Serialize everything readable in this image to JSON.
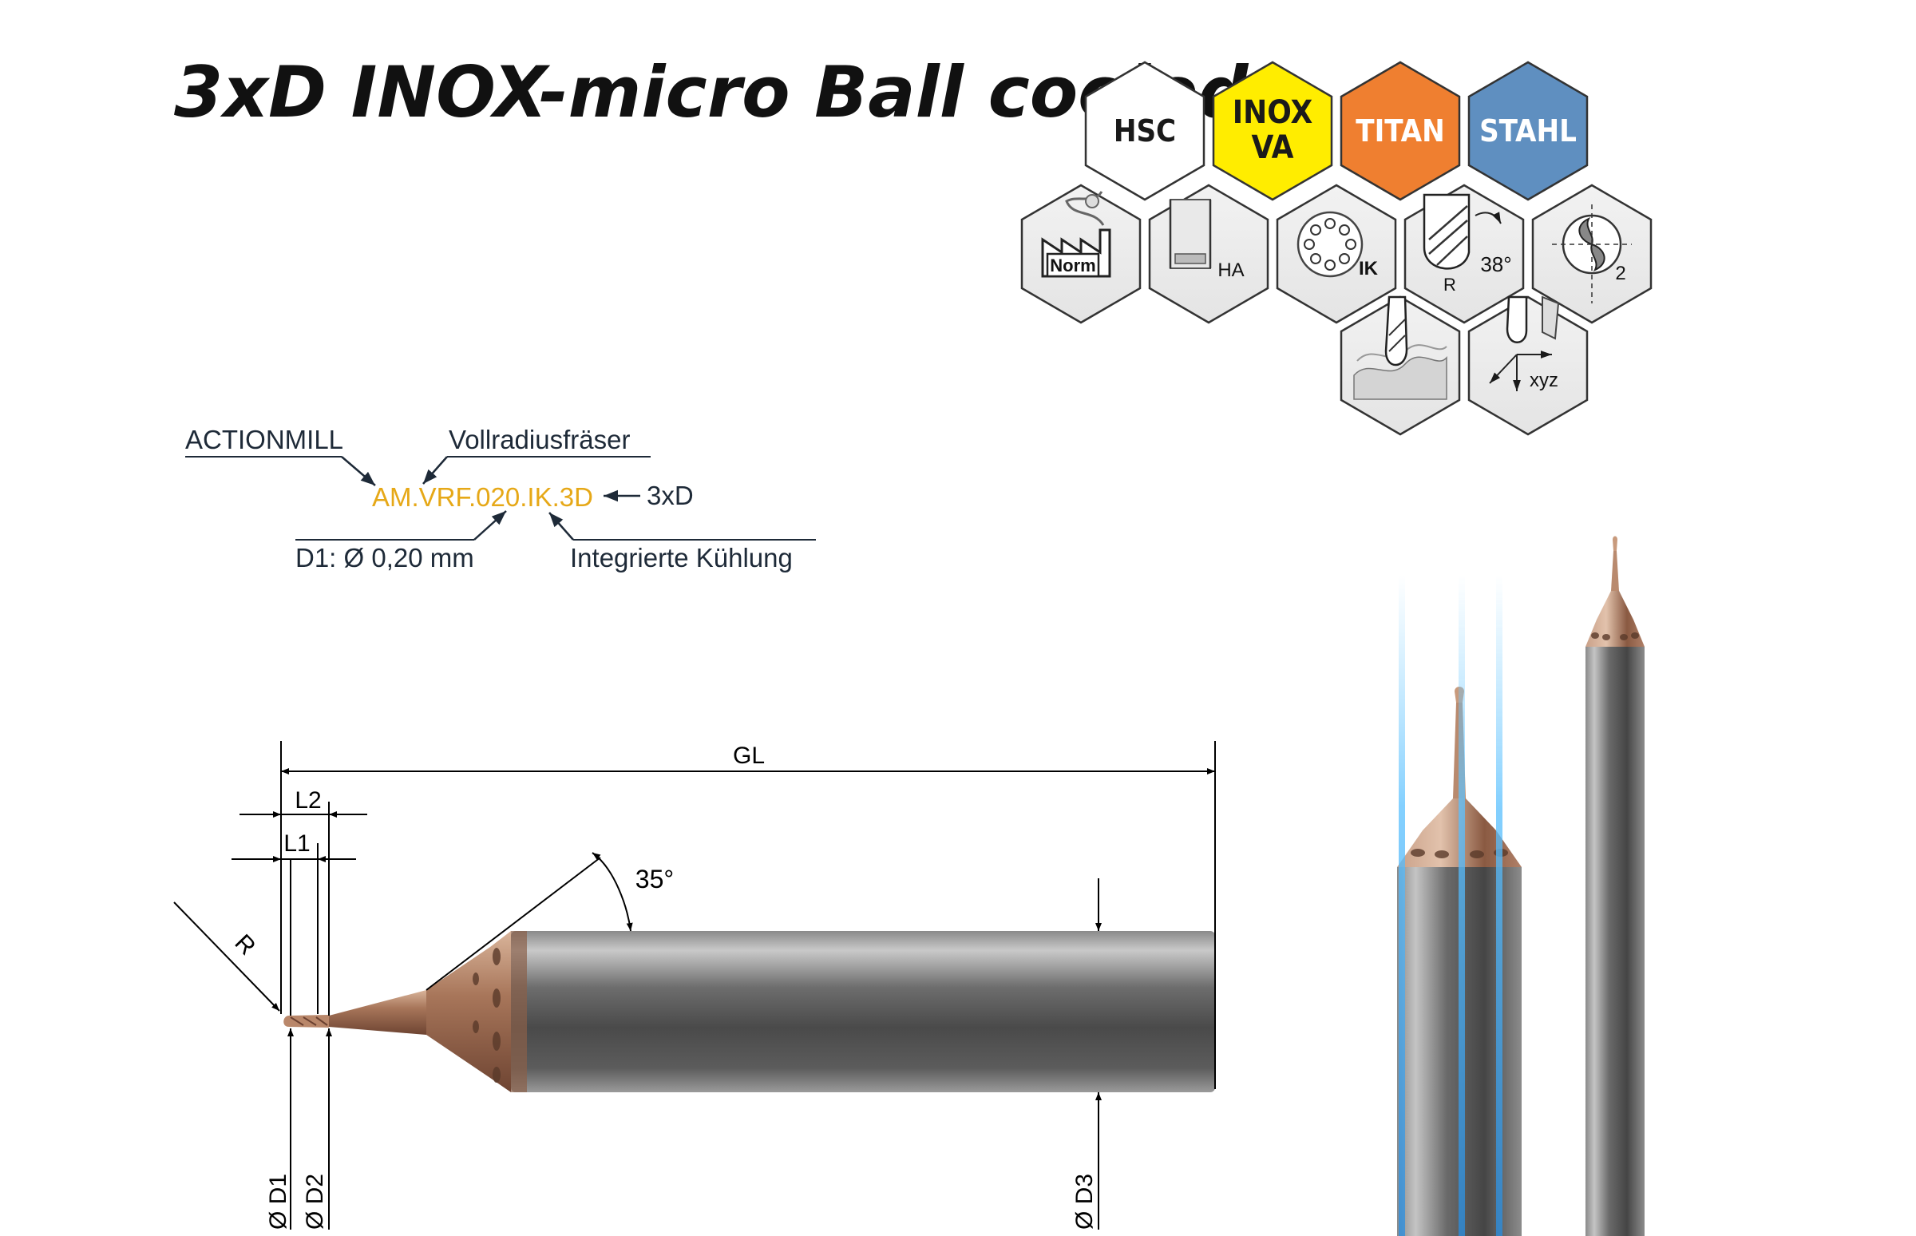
{
  "title": "3xD INOX-micro Ball cooled",
  "material_badges": [
    {
      "lines": [
        "HSC"
      ],
      "fill": "#ffffff",
      "text_color": "#1a1a1a"
    },
    {
      "lines": [
        "INOX",
        "VA"
      ],
      "fill": "#ffed00",
      "text_color": "#1a1a1a"
    },
    {
      "lines": [
        "TITAN"
      ],
      "fill": "#ef7f30",
      "text_color": "#ffffff"
    },
    {
      "lines": [
        "STAHL"
      ],
      "fill": "#5f8fc0",
      "text_color": "#ffffff"
    }
  ],
  "feature_icons": [
    {
      "icon": "factory-norm-icon",
      "label": "Norm"
    },
    {
      "icon": "shank-ha-icon",
      "label": "HA"
    },
    {
      "icon": "internal-coolant-ik-icon",
      "label": "IK"
    },
    {
      "icon": "ball-radius-helix-icon",
      "label_r": "R",
      "label_angle": "38°"
    },
    {
      "icon": "two-flute-icon",
      "label": "2"
    },
    {
      "icon": "surface-milling-icon",
      "label": ""
    },
    {
      "icon": "xyz-axis-milling-icon",
      "label": "xyz"
    }
  ],
  "code_legend": {
    "code": "AM.VRF.020.IK.3D",
    "code_color": "#e6a817",
    "labels": {
      "brand": "ACTIONMILL",
      "type": "Vollradiusfräser",
      "length": "3xD",
      "diameter": "D1: Ø 0,20 mm",
      "cooling": "Integrierte Kühlung"
    }
  },
  "dimensions": {
    "gl": "GL",
    "l2": "L2",
    "l1": "L1",
    "r": "R",
    "angle": "35°",
    "d1": "Ø D1",
    "d2": "Ø D2",
    "d3": "Ø D3"
  }
}
